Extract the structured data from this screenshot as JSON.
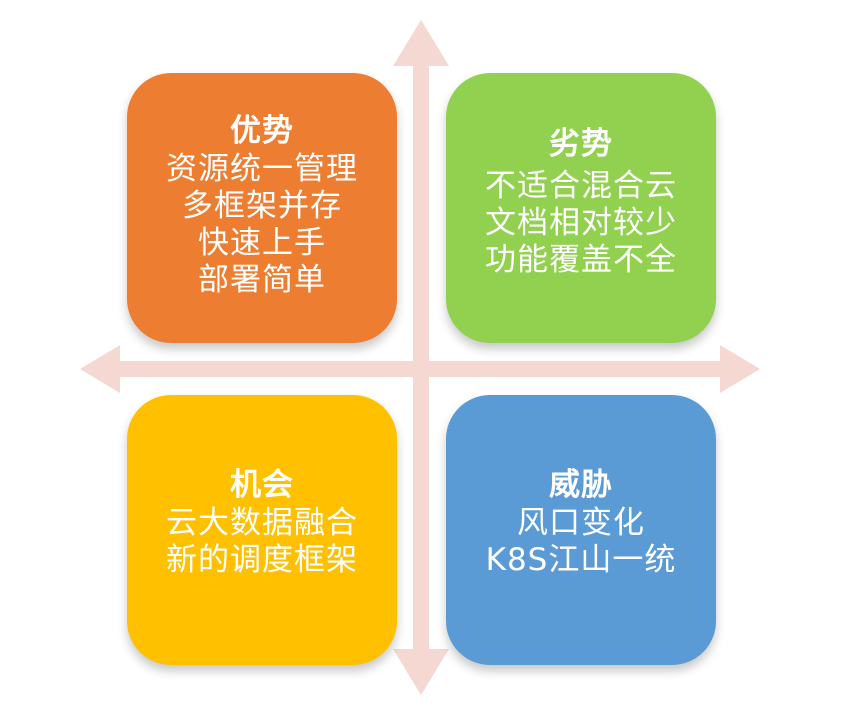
{
  "colors": {
    "axis": "#f6d8d2",
    "strengths": "#ed7d31",
    "weaknesses": "#92d050",
    "opportunities": "#ffc000",
    "threats": "#5b9bd5"
  },
  "quadrants": {
    "strengths": {
      "title": "优势",
      "lines": [
        "资源统一管理",
        "多框架并存",
        "快速上手",
        "部署简单"
      ]
    },
    "weaknesses": {
      "title": "劣势",
      "lines": [
        "不适合混合云",
        "文档相对较少",
        "功能覆盖不全"
      ]
    },
    "opportunities": {
      "title": "机会",
      "lines": [
        "云大数据融合",
        "新的调度框架"
      ]
    },
    "threats": {
      "title": "威胁",
      "lines": [
        "风口变化",
        "K8S江山一统"
      ]
    }
  }
}
